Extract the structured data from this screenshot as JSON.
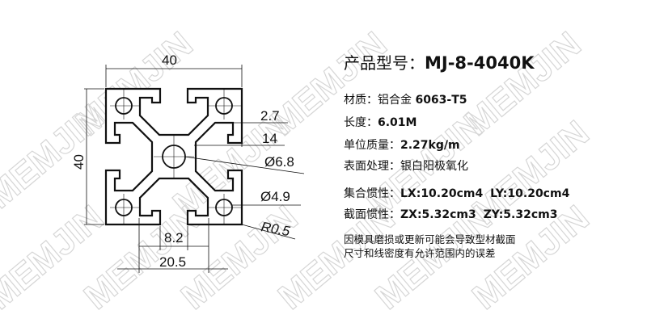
{
  "watermark": "MEMJIN",
  "title": {
    "label": "产品型号：",
    "model": "MJ-8-4040K"
  },
  "specs": {
    "material": {
      "label": "材质：",
      "value_cn": "铝合金 ",
      "value": "6063-T5"
    },
    "length": {
      "label": "长度：",
      "value": "6.01M"
    },
    "unit_weight": {
      "label": "单位质量：",
      "value": "2.27kg/m"
    },
    "surface": {
      "label": "表面处理：",
      "value": "银白阳极氧化"
    },
    "moment_inertia": {
      "label": "集合惯性：",
      "lx": "LX:10.20cm4",
      "ly": "LY:10.20cm4"
    },
    "section_modulus": {
      "label": "截面惯性：",
      "zx": "ZX:5.32cm3",
      "zy": "ZY:5.32cm3"
    }
  },
  "note": {
    "line1": "因模具磨损或更新可能会导致型材截面",
    "line2": "尺寸和线密度有允许范围内的误差"
  },
  "dimensions": {
    "width": "40",
    "height": "40",
    "lip": "2.7",
    "slot_depth": "14",
    "center_hole": "Ø6.8",
    "corner_hole": "Ø4.9",
    "radius": "R0.5",
    "slot_opening": "8.2",
    "slot_inner": "20.5"
  }
}
